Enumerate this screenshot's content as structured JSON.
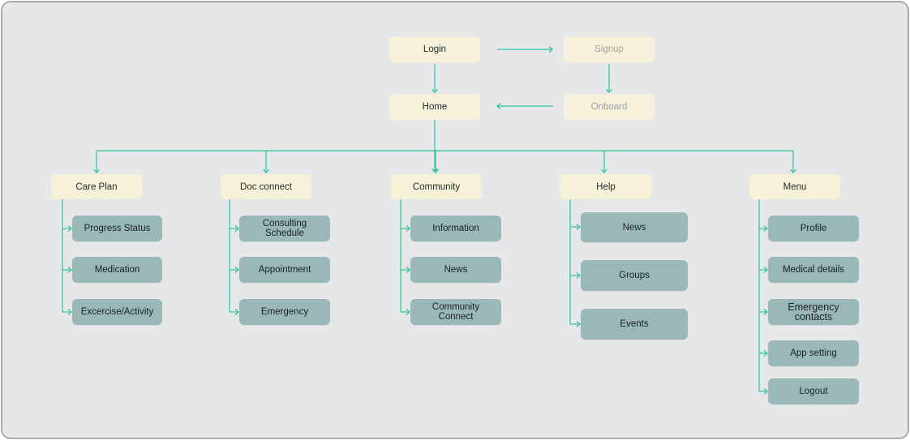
{
  "colors": {
    "background": "#e5e7e8",
    "frame_border": "#a9abac",
    "primary_node": "#f8f1da",
    "child_node": "#9bb8b9",
    "connector": "#2fc39d",
    "muted_text": "#9aa0a0"
  },
  "flow": {
    "login": "Login",
    "signup": "Signup",
    "home": "Home",
    "onboard": "Onboard"
  },
  "sections": [
    {
      "label": "Care Plan",
      "items": [
        "Progress Status",
        "Medication",
        "Excercise/Activity"
      ]
    },
    {
      "label": "Doc connect",
      "items": [
        "Consulting Schedule",
        "Appointment",
        "Emergency"
      ]
    },
    {
      "label": "Community",
      "items": [
        "Information",
        "News",
        "Community Connect"
      ]
    },
    {
      "label": "Help",
      "items": [
        "News",
        "Groups",
        "Events"
      ]
    },
    {
      "label": "Menu",
      "items": [
        "Profile",
        "Medical details",
        "Emergency contacts",
        "App setting",
        "Logout"
      ]
    }
  ]
}
